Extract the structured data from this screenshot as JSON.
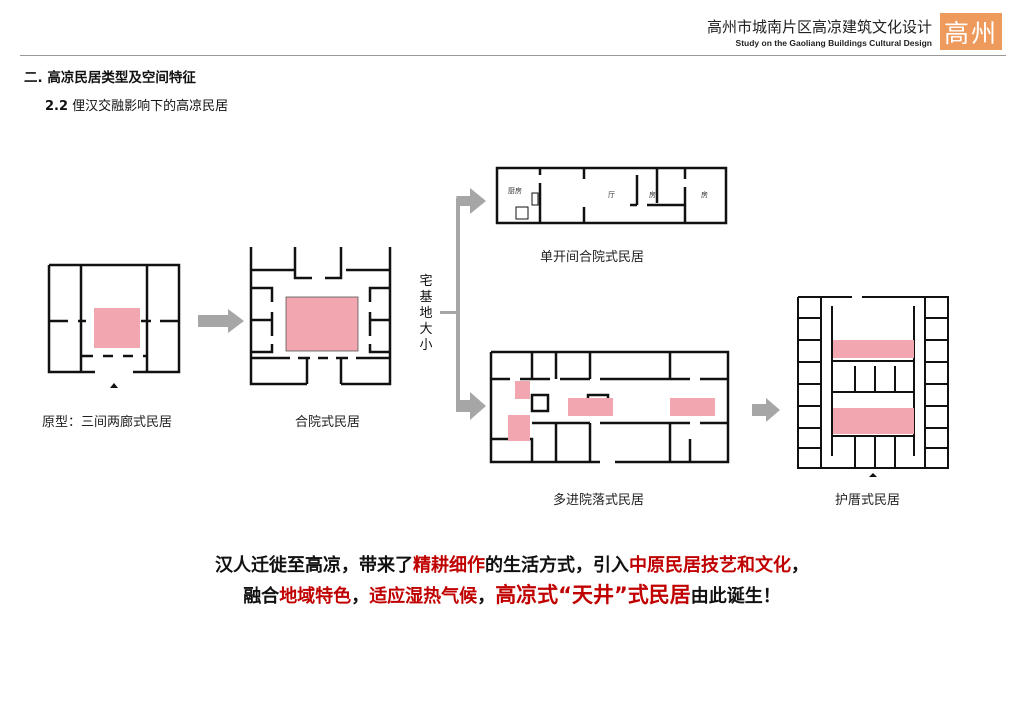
{
  "header": {
    "title": "高州市城南片区高凉建筑文化设计",
    "subtitle": "Study on the  Gaoliang Buildings Cultural Design",
    "logo_text": "高州",
    "logo_color": "#ef9a5d"
  },
  "section": {
    "title": "二. 高凉民居类型及空间特征",
    "sub_number": "2.2",
    "sub_title": " 俚汉交融影响下的高凉民居"
  },
  "diagram": {
    "plans": [
      {
        "label": "原型：三间两廊式民居"
      },
      {
        "label": "合院式民居"
      },
      {
        "label": "单开间合院式民居",
        "rooms": [
          "厨房",
          "厅",
          "房",
          "房"
        ]
      },
      {
        "label": "多进院落式民居"
      },
      {
        "label": "护厝式民居"
      }
    ],
    "branch_label": "宅基地大小",
    "courtyard_color": "#f2a7b0",
    "arrow_color": "#a6a6a6"
  },
  "conclusion": {
    "line1": [
      {
        "t": "汉人迁徙至高凉，带来了",
        "s": "n"
      },
      {
        "t": "精耕细作",
        "s": "r"
      },
      {
        "t": "的生活方式，引入",
        "s": "n"
      },
      {
        "t": "中原民居技艺和文化",
        "s": "r"
      },
      {
        "t": "，",
        "s": "n"
      }
    ],
    "line2": [
      {
        "t": "融合",
        "s": "n"
      },
      {
        "t": "地域特色",
        "s": "r"
      },
      {
        "t": "，",
        "s": "n"
      },
      {
        "t": "适应湿热气候",
        "s": "r"
      },
      {
        "t": "，",
        "s": "n"
      },
      {
        "t": "高凉式“天井”式民居",
        "s": "rb"
      },
      {
        "t": "由此诞生！",
        "s": "n"
      }
    ]
  }
}
